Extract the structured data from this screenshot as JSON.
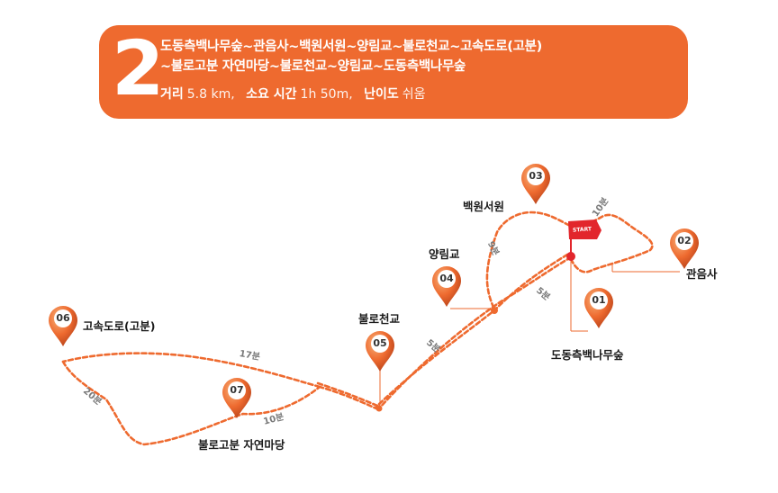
{
  "banner": {
    "route_number": "2",
    "route_line1": "도동측백나무숲~관음사~백원서원~양림교~불로천교~고속도로(고분)",
    "route_line2": "~불로고분 자연마당~불로천교~양림교~도동측백나무숲",
    "distance_label": "거리",
    "distance_value": "5.8 km,",
    "time_label": "소요 시간",
    "time_value": "1h 50m,",
    "difficulty_label": "난이도",
    "difficulty_value": "쉬움"
  },
  "map": {
    "start_label": "START",
    "stops": [
      {
        "num": "01",
        "name": "도동측백나무숲"
      },
      {
        "num": "02",
        "name": "관음사"
      },
      {
        "num": "03",
        "name": "백원서원"
      },
      {
        "num": "04",
        "name": "양림교"
      },
      {
        "num": "05",
        "name": "불로천교"
      },
      {
        "num": "06",
        "name": "고속도로(고분)"
      },
      {
        "num": "07",
        "name": "불로고분 자연마당"
      }
    ],
    "segments": [
      "10분",
      "5분",
      "9분",
      "5분",
      "17분",
      "20분",
      "10분"
    ]
  },
  "colors": {
    "accent": "#ee6a2f",
    "path": "#ee6a2f",
    "start_flag": "#e2262c",
    "pin_light": "#f39a55",
    "pin_dark": "#c4481a"
  }
}
